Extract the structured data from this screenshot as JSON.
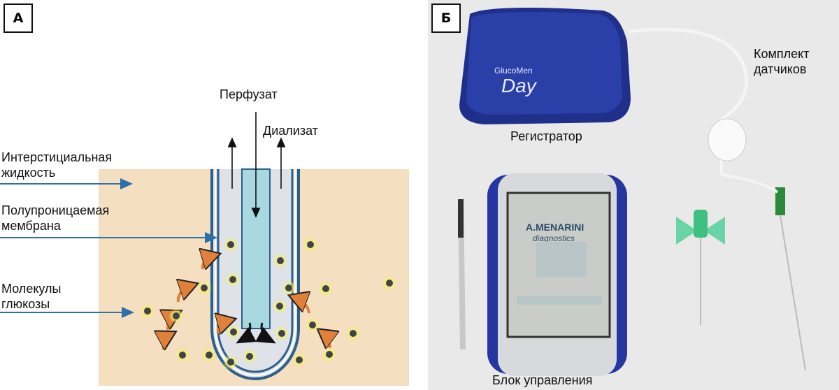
{
  "panel_a": {
    "tag": "А",
    "perfusate": "Перфузат",
    "dialysate": "Диализат",
    "interstitial_fluid": [
      "Интерстициальная",
      "жидкость"
    ],
    "membrane": [
      "Полупроницаемая",
      "мембрана"
    ],
    "glucose": [
      "Молекулы",
      "глюкозы"
    ],
    "colors": {
      "tissue": "#f4dfc0",
      "tube": "#a8d8e0",
      "membrane": "#2d5f8a",
      "pointer": "#2f6fa8",
      "flux_arrow": "#e0803a"
    }
  },
  "panel_b": {
    "tag": "Б",
    "recorder": "Регистратор",
    "sensor_kit": [
      "Комплект",
      "датчиков"
    ],
    "control_unit": "Блок управления",
    "recorder_logo": [
      "GlucoMen",
      "Day"
    ],
    "screen_brand": [
      "A.MENARINI",
      "diagnostics"
    ]
  }
}
